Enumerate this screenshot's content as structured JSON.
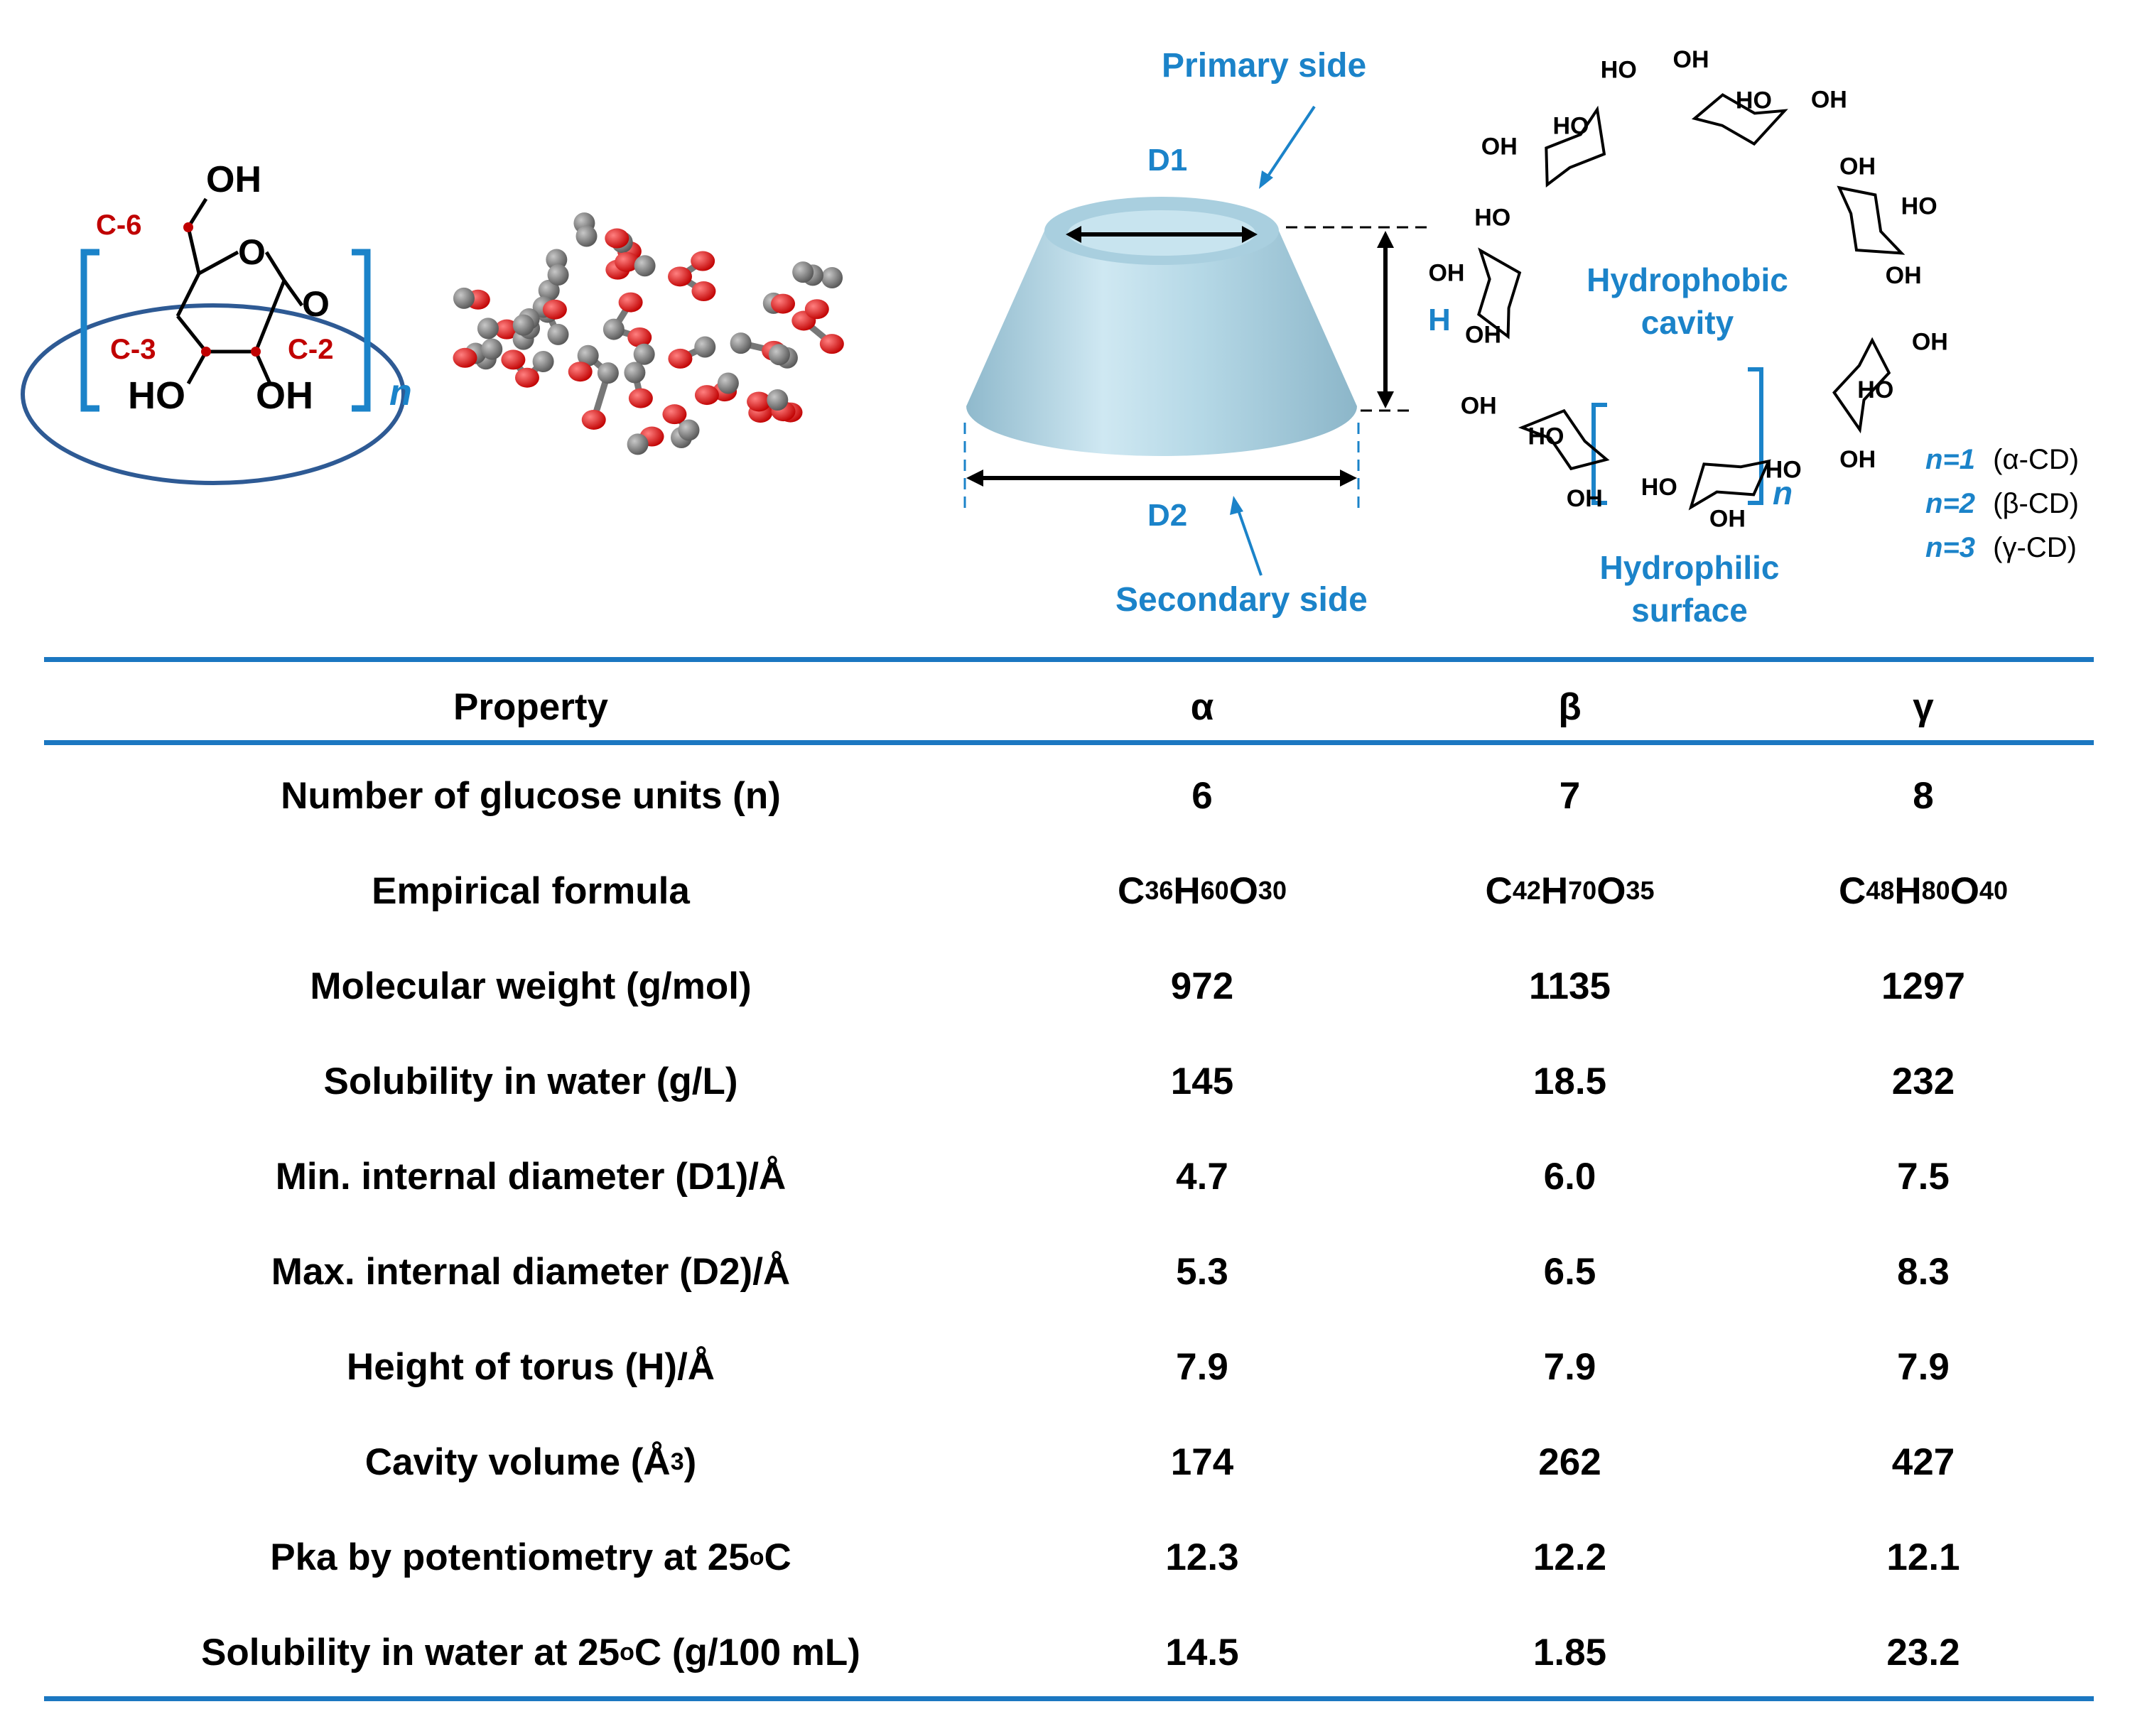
{
  "figure": {
    "glucose_unit": {
      "carbon_labels": [
        "C-6",
        "C-3",
        "C-2"
      ],
      "groups": [
        "OH",
        "HO",
        "OH",
        "O",
        "O"
      ],
      "subscript": "n"
    },
    "torus": {
      "primary_label": "Primary side",
      "secondary_label": "Secondary side",
      "d1_label": "D1",
      "d2_label": "D2",
      "h_label": "H"
    },
    "ring": {
      "cavity_label_1": "Hydrophobic",
      "cavity_label_2": "cavity",
      "surface_label_1": "Hydrophilic",
      "surface_label_2": "surface",
      "subscript": "n",
      "oh_groups": [
        "OH",
        "HO",
        "OH",
        "OH",
        "HO",
        "OH",
        "OH",
        "HO",
        "OH",
        "HO",
        "OH",
        "HO",
        "OH",
        "HO",
        "OH",
        "OH",
        "OH",
        "HO",
        "OH",
        "HO",
        "HO"
      ]
    },
    "legend": [
      {
        "n": "n=1",
        "label": "(α-CD)"
      },
      {
        "n": "n=2",
        "label": "(β-CD)"
      },
      {
        "n": "n=3",
        "label": "(γ-CD)"
      }
    ]
  },
  "table": {
    "headers": [
      "Property",
      "α",
      "β",
      "γ"
    ],
    "rows": [
      {
        "property": "Number of glucose units (n)",
        "alpha": "6",
        "beta": "7",
        "gamma": "8"
      },
      {
        "property": "Empirical formula",
        "alpha": "C36H60O30",
        "beta": "C42H70O35",
        "gamma": "C48H80O40"
      },
      {
        "property": "Molecular weight (g/mol)",
        "alpha": "972",
        "beta": "1135",
        "gamma": "1297"
      },
      {
        "property": "Solubility in water (g/L)",
        "alpha": "145",
        "beta": "18.5",
        "gamma": "232"
      },
      {
        "property": "Min. internal diameter (D1)/Å",
        "alpha": "4.7",
        "beta": "6.0",
        "gamma": "7.5"
      },
      {
        "property": "Max. internal diameter (D2)/Å",
        "alpha": "5.3",
        "beta": "6.5",
        "gamma": "8.3"
      },
      {
        "property": "Height of torus (H)/Å",
        "alpha": "7.9",
        "beta": "7.9",
        "gamma": "7.9"
      },
      {
        "property": "Cavity volume (Å3)",
        "alpha": "174",
        "beta": "262",
        "gamma": "427"
      },
      {
        "property": "Pka by potentiometry at 25oC",
        "alpha": "12.3",
        "beta": "12.2",
        "gamma": "12.1"
      },
      {
        "property": "Solubility in water at 25oC (g/100 mL)",
        "alpha": "14.5",
        "beta": "1.85",
        "gamma": "23.2"
      }
    ],
    "formula_parts": {
      "alpha": [
        "C",
        "36",
        "H",
        "60",
        "O",
        "30"
      ],
      "beta": [
        "C",
        "42",
        "H",
        "70",
        "O",
        "35"
      ],
      "gamma": [
        "C",
        "48",
        "H",
        "80",
        "O",
        "40"
      ]
    },
    "property_parts": {
      "cavity_volume": [
        "Cavity volume (Å",
        "3",
        ")"
      ],
      "pka": [
        "Pka by potentiometry at 25",
        "o",
        "C"
      ],
      "sol25": [
        "Solubility in water at 25",
        "o",
        "C (g/100 mL)"
      ]
    }
  }
}
